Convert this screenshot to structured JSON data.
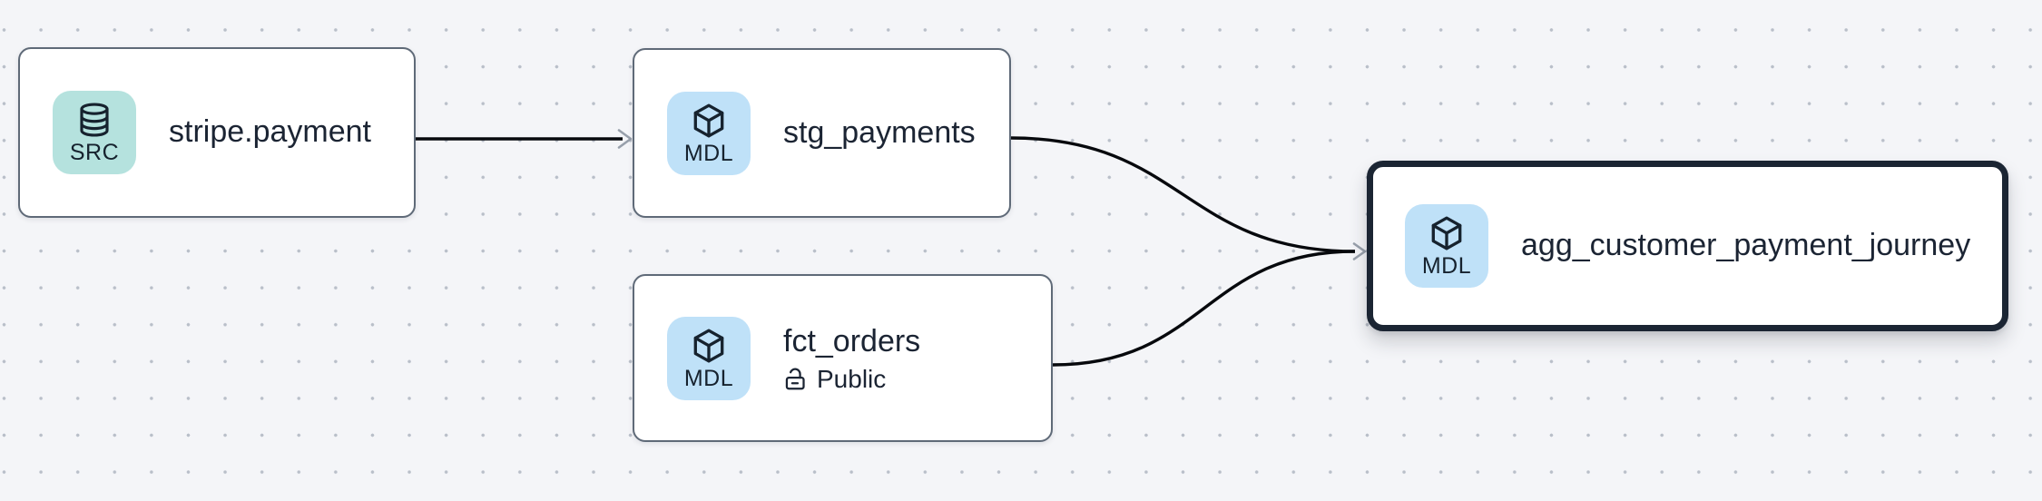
{
  "canvas": {
    "background": "#f4f5f8",
    "dot_color": "#b9bfc9",
    "edge_color": "#07090d",
    "arrowhead_color": "#98a0ab",
    "node_border_color": "#5f6a78",
    "selected_border_color": "#1b2533",
    "text_color": "#1b2433"
  },
  "nodes": [
    {
      "title": "stripe.payment",
      "selected": false,
      "badge": {
        "label": "SRC",
        "icon": "database-icon",
        "bg": "#b5e2de"
      }
    },
    {
      "title": "stg_payments",
      "selected": false,
      "badge": {
        "label": "MDL",
        "icon": "cube-icon",
        "bg": "#bfe1f8"
      }
    },
    {
      "title": "fct_orders",
      "visibility": "Public",
      "selected": false,
      "badge": {
        "label": "MDL",
        "icon": "cube-icon",
        "bg": "#bfe1f8"
      }
    },
    {
      "title": "agg_customer_payment_journey",
      "selected": true,
      "badge": {
        "label": "MDL",
        "icon": "cube-icon",
        "bg": "#bfe1f8"
      }
    }
  ],
  "edges": [
    {
      "from": "stripe.payment",
      "to": "stg_payments"
    },
    {
      "from": "stg_payments",
      "to": "agg_customer_payment_journey"
    },
    {
      "from": "fct_orders",
      "to": "agg_customer_payment_journey"
    }
  ]
}
